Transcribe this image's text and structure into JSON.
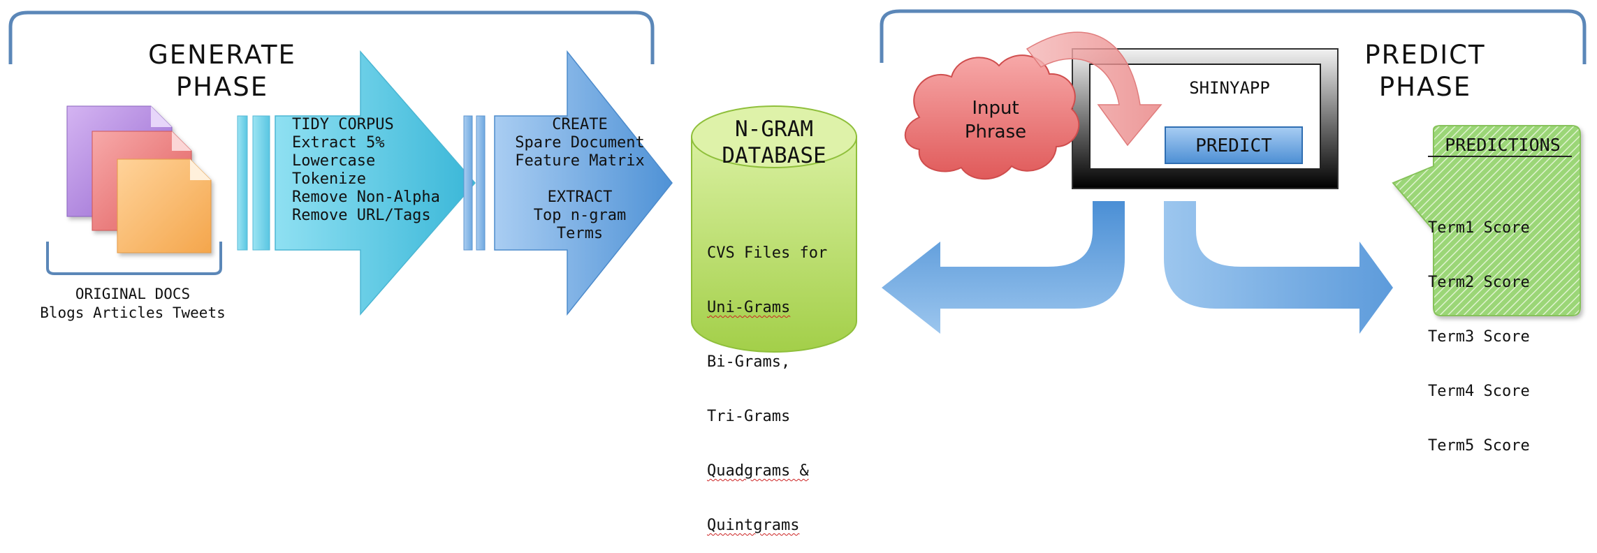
{
  "generate_phase": {
    "title": "GENERATE\nPHASE",
    "original_docs": "ORIGINAL DOCS\nBlogs Articles Tweets",
    "tidy_corpus": "TIDY CORPUS\nExtract 5%\nLowercase\nTokenize\nRemove Non-Alpha\nRemove URL/Tags",
    "create_extract": "CREATE\nSpare Document\nFeature Matrix\n\nEXTRACT\nTop n-gram\nTerms"
  },
  "database": {
    "title": "N-GRAM\nDATABASE",
    "files_intro": "CVS Files for",
    "files": [
      "Uni-Grams",
      "Bi-Grams,",
      "Tri-Grams",
      "Quadgrams &",
      "Quintgrams"
    ]
  },
  "predict_phase": {
    "title": "PREDICT\nPHASE",
    "input": "Input\nPhrase",
    "app": "SHINYAPP",
    "predict_button": "PREDICT",
    "predictions_title": "PREDICTIONS",
    "predictions": [
      "Term1 Score",
      "Term2 Score",
      "Term3 Score",
      "Term4 Score",
      "Term5 Score"
    ]
  },
  "colors": {
    "brace": "#5b87b8",
    "cyan_arrow": "#5ec9e3",
    "blue_arrow": "#6ea8e0",
    "cylinder": "#b4d95c",
    "cloud": "#ec6e6e",
    "predictions_box": "#8fd16a"
  }
}
